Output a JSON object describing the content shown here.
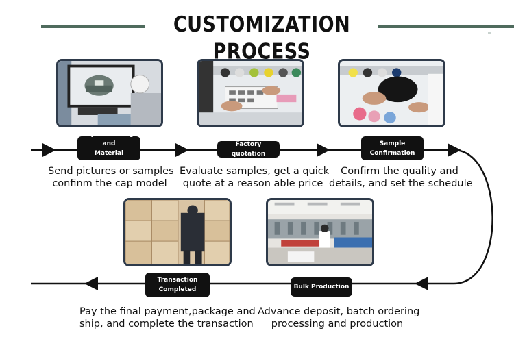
{
  "title": "CUSTOMIZATION PROCESS",
  "colors": {
    "accent_bar": "#4f6b5d",
    "frame": "#2e3a4a",
    "badge_bg": "#111111",
    "line": "#111111"
  },
  "steps": [
    {
      "badge": "style Deciding and\nMaterial choosing",
      "caption_line1": "Send pictures or samples",
      "caption_line2": "confinm the cap model",
      "photo": "designer-at-computer-with-cap"
    },
    {
      "badge": "Factory quotation",
      "caption_line1": "Evaluate samples, get a quick",
      "caption_line2": "quote at a reason able price",
      "photo": "hands-holding-color-swatch"
    },
    {
      "badge": "Sample\nConfirmation",
      "caption_line1": "Confirm the quality and",
      "caption_line2": "details, and set the schedule",
      "photo": "hands-inspecting-cap-samples"
    },
    {
      "badge": "Bulk Production",
      "caption_line1": "Advance deposit, batch ordering",
      "caption_line2": "processing and production",
      "photo": "factory-sewing-floor"
    },
    {
      "badge": "Transaction\nCompleted",
      "caption_line1": "Pay the final payment,package and",
      "caption_line2": "ship, and complete the transaction",
      "photo": "worker-stacking-cartons"
    }
  ]
}
